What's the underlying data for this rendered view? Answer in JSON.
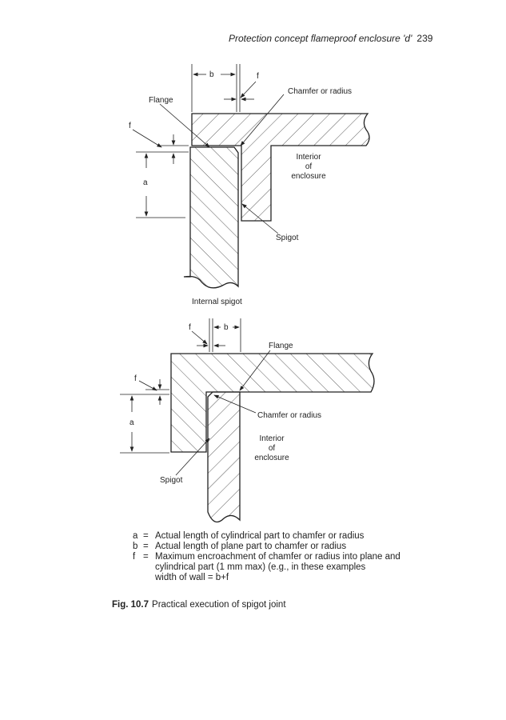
{
  "header": {
    "running_title": "Protection concept flameproof enclosure 'd'",
    "page_number": "239"
  },
  "figure_top": {
    "labels": {
      "b": "b",
      "f_top": "f",
      "chamfer": "Chamfer or radius",
      "flange": "Flange",
      "f_left": "f",
      "a": "a",
      "interior_1": "Interior",
      "interior_2": "of",
      "interior_3": "enclosure",
      "spigot": "Spigot",
      "title": "Internal spigot"
    }
  },
  "figure_bottom": {
    "labels": {
      "f_top": "f",
      "b": "b",
      "flange": "Flange",
      "f_left": "f",
      "a": "a",
      "chamfer": "Chamfer or radius",
      "interior_1": "Interior",
      "interior_2": "of",
      "interior_3": "enclosure",
      "spigot": "Spigot"
    }
  },
  "legend": [
    {
      "key": "a",
      "text": "Actual length of cylindrical part to chamfer or radius"
    },
    {
      "key": "b",
      "text": "Actual length of plane part to chamfer or radius"
    },
    {
      "key": "f",
      "text": "Maximum encroachment of chamfer or radius into plane and",
      "cont": [
        "cylindrical part (1 mm max) (e.g., in these examples",
        "width of wall = b+f"
      ]
    }
  ],
  "caption": {
    "number": "Fig. 10.7",
    "text": "Practical execution of spigot joint"
  }
}
